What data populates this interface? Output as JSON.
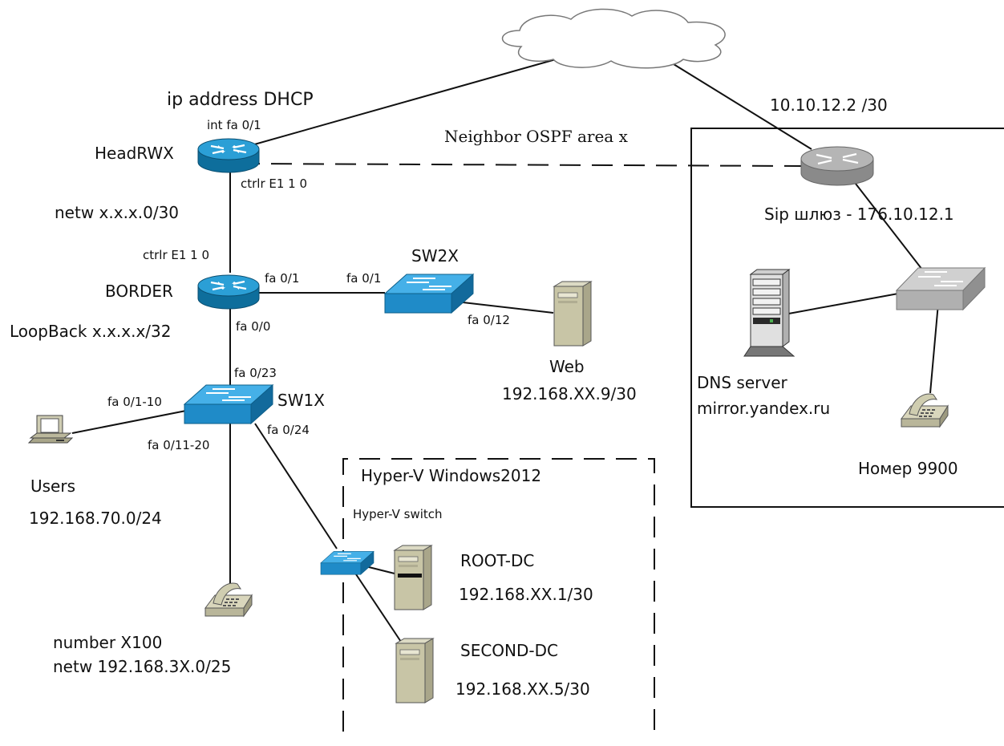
{
  "labels": {
    "ip_dhcp": "ip address DHCP",
    "int_fa01": "int fa 0/1",
    "headrwx": "HeadRWX",
    "ctrlr_head": "ctrlr E1 1 0",
    "netw_30": "netw x.x.x.0/30",
    "ctrlr_border": "ctrlr E1 1 0",
    "border": "BORDER",
    "border_fa01": "fa 0/1",
    "border_fa00": "fa 0/0",
    "loopback": "LoopBack x.x.x.x/32",
    "sw2x": "SW2X",
    "sw2x_fa01": "fa 0/1",
    "sw2x_fa012": "fa 0/12",
    "web": "Web",
    "web_ip": "192.168.XX.9/30",
    "sw1x_fa023": "fa 0/23",
    "sw1x": "SW1X",
    "sw1x_fa0110": "fa 0/1-10",
    "sw1x_fa01120": "fa 0/11-20",
    "sw1x_fa024": "fa 0/24",
    "users": "Users",
    "users_net": "192.168.70.0/24",
    "number": "number X100",
    "number_net": "netw 192.168.3X.0/25",
    "hyperv_title": "Hyper-V Windows2012",
    "hyperv_switch": "Hyper-V switch",
    "root_dc": "ROOT-DC",
    "root_dc_ip": "192.168.XX.1/30",
    "second_dc": "SECOND-DC",
    "second_dc_ip": "192.168.XX.5/30",
    "ospf": "Neighbor OSPF area x",
    "remote_ip": "10.10.12.2 /30",
    "sip": "Sip шлюз - 176.10.12.1",
    "dns_server": "DNS server",
    "dns_mirror": "mirror.yandex.ru",
    "phone_9900": "Номер 9900"
  },
  "colors": {
    "router_blue": "#1a8fc4",
    "switch_blue": "#3aa6e0",
    "router_gray": "#a8a8a8",
    "switch_gray": "#b9b9b9",
    "beige": "#c9c6a8"
  },
  "icons": {
    "cloud": "cloud-icon",
    "router": "router-icon",
    "switch": "switch-icon",
    "server": "server-icon",
    "phone": "phone-icon",
    "computer": "computer-icon",
    "rack": "rack-server-icon"
  }
}
